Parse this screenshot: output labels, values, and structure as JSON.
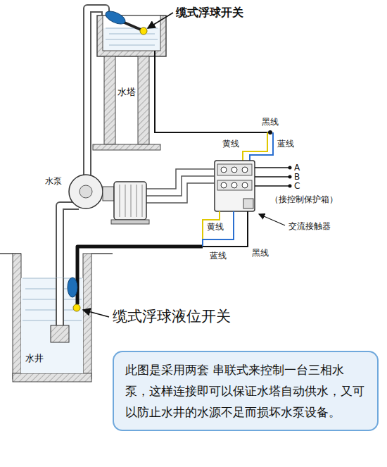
{
  "diagram": {
    "nodes": [
      {
        "text": [
          "水塔"
        ]
      },
      {
        "text": [
          "水井"
        ]
      },
      {
        "text": [
          "此图是采用两套 串联式来控制一台三相水泵，这样连接即可以保证水塔自动供水，又可以防止水井的水源不足而损坏水泵设备。"
        ]
      }
    ],
    "labels": [
      "缆式浮球开关",
      "黑线",
      "黄线",
      "蓝线",
      "A",
      "B",
      "C",
      "（接控制保护箱）",
      "水泵",
      "交流接触器",
      "黄线",
      "蓝线",
      "黑线",
      "缆式浮球液位开关"
    ]
  }
}
